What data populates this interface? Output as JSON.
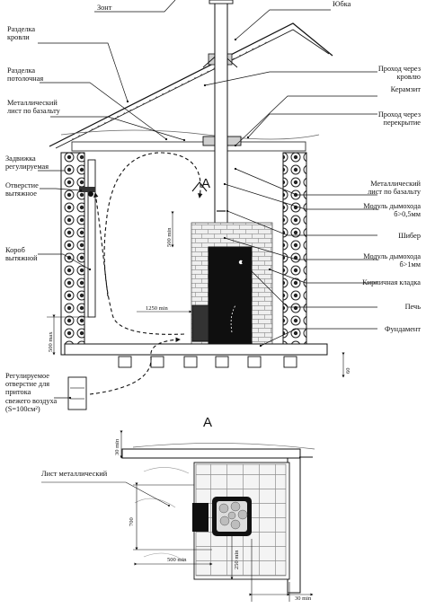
{
  "labels": {
    "zont": "Зонт",
    "yubka": "Юбка",
    "razdelka_krovli": "Разделка\nкровли",
    "razdelka_potolochnaya": "Разделка\nпотолочная",
    "metal_list_po_bazaltu_left": "Металлический\nлист по базальту",
    "zadvizhka": "Задвижка\nрегулируемая",
    "otverstie_vytyazhnoe": "Отверстие\nвытяжное",
    "korob_vytyazhnoy": "Короб\nвытяжной",
    "otverstie_pritoka": "Регулируемое\nотверстие для\nпритока\nсвежего воздуха\n(S=100см²)",
    "prohod_cherez_krovlyu": "Проход через\nкровлю",
    "keramzit": "Керамзит",
    "prohod_cherez_perekrytie": "Проход через\nперекрытие",
    "metal_list_po_bazaltu_right": "Металлический\nлист по базальту",
    "modul_dymohoda_1": "Модуль дымохода\nб>0,5мм",
    "shiber": "Шибер",
    "modul_dymohoda_2": "Модуль дымохода\nб>1мм",
    "kirpichnaya_kladka": "Кирпичная кладка",
    "pech": "Печь",
    "fundament": "Фундамент",
    "list_metallicheskiy": "Лист металлический"
  },
  "dimensions": {
    "d500min_vert": "500 min",
    "d1250min": "1250 min",
    "d500max": "500 max",
    "d60": "60",
    "d30min_top": "30 min",
    "d700": "700",
    "d500min_plan": "500 min",
    "d250min": "250 min",
    "d30min_bottom": "30 min"
  },
  "view_markers": {
    "section_a_arrow": "A",
    "section_a_title": "A"
  }
}
